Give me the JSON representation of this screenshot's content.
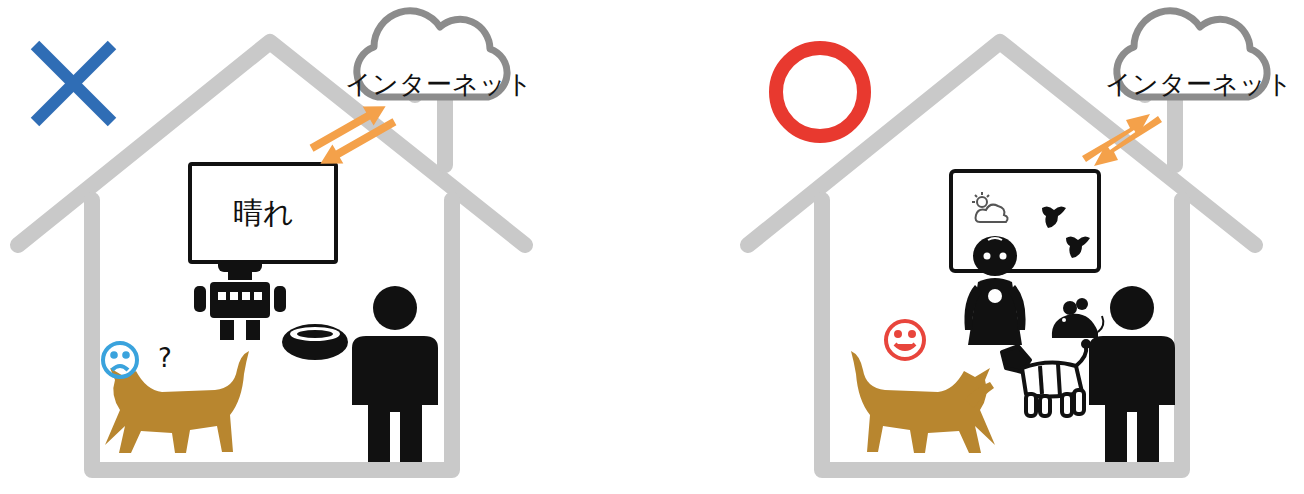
{
  "diagram": {
    "nodes": [
      {
        "text": [
          "インターネット"
        ]
      },
      {
        "text": [
          "晴れ"
        ]
      },
      {
        "text": [
          "インターネット"
        ]
      }
    ],
    "edges": [
      {
        "from": 0,
        "to": 1,
        "arrow": "both"
      }
    ],
    "labels": [
      "?"
    ]
  }
}
